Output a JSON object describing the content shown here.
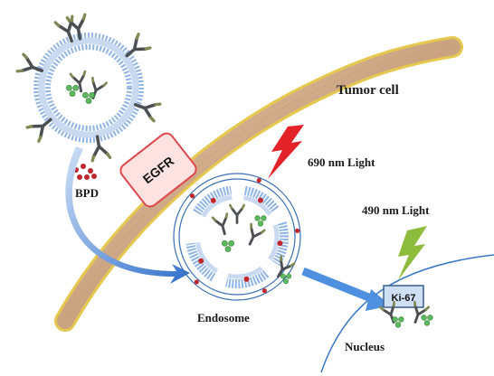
{
  "labels": {
    "tumor_cell": "Tumor cell",
    "egfr": "EGFR",
    "light_690": "690 nm Light",
    "light_490": "490 nm Light",
    "bpd": "BPD",
    "endosome": "Endosome",
    "ki67": "Ki-67",
    "nucleus": "Nucleus"
  },
  "colors": {
    "lipid_head": "#8fb4e6",
    "lipid_tail": "#c9d9ef",
    "membrane_core": "#d8b79a",
    "membrane_edge": "#e2c23a",
    "egfr_fill": "#fde2e2",
    "egfr_stroke": "#e0474c",
    "bpd": "#c0272d",
    "arrow_blue": "#3f7fd2",
    "light_red": "#e3222a",
    "light_green": "#8dbb3c",
    "antibody": "#4b4e52",
    "drug_green": "#5cb85c",
    "ki67_fill": "#cfe0f5",
    "nucleus_line": "#3a78c7"
  },
  "icons": {
    "light_690": "lightning-bolt-icon",
    "light_490": "lightning-bolt-icon",
    "antibody": "antibody-y-icon"
  }
}
